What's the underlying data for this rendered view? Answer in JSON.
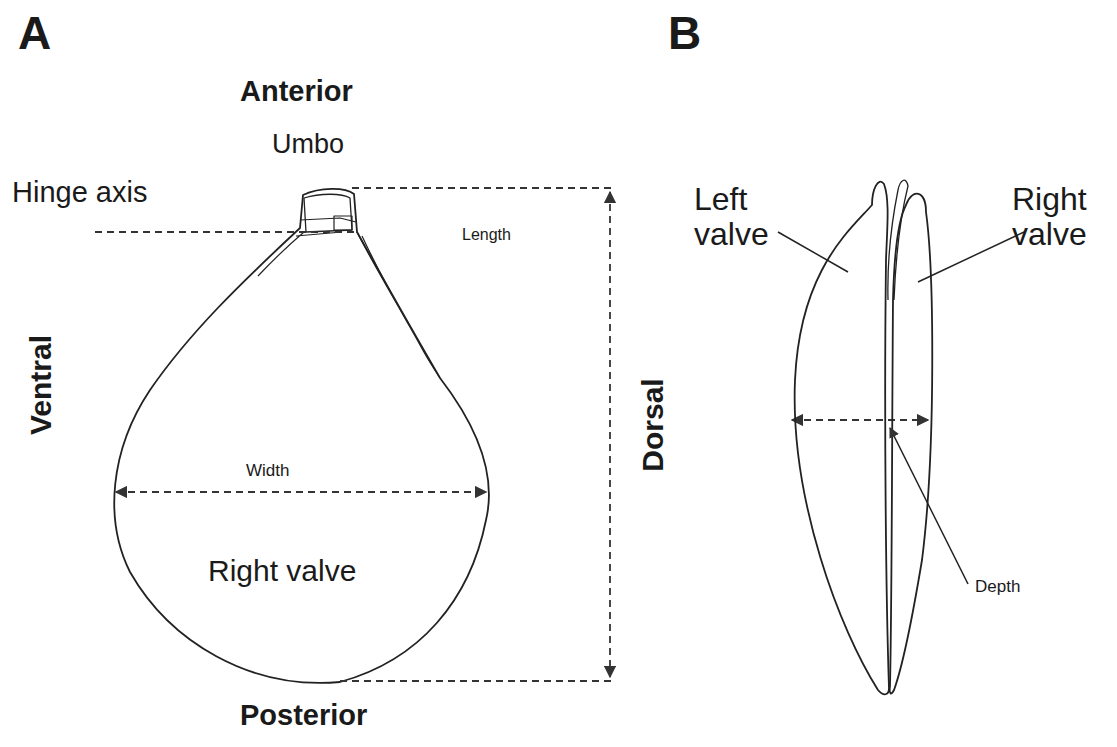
{
  "diagram": {
    "labels": [
      "A",
      "Anterior",
      "Umbo",
      "Hinge axis",
      "Length",
      "Ventral",
      "Width",
      "Right valve",
      "Posterior",
      "B",
      "Left valve",
      "Right valve",
      "Dorsal",
      "Depth"
    ]
  }
}
